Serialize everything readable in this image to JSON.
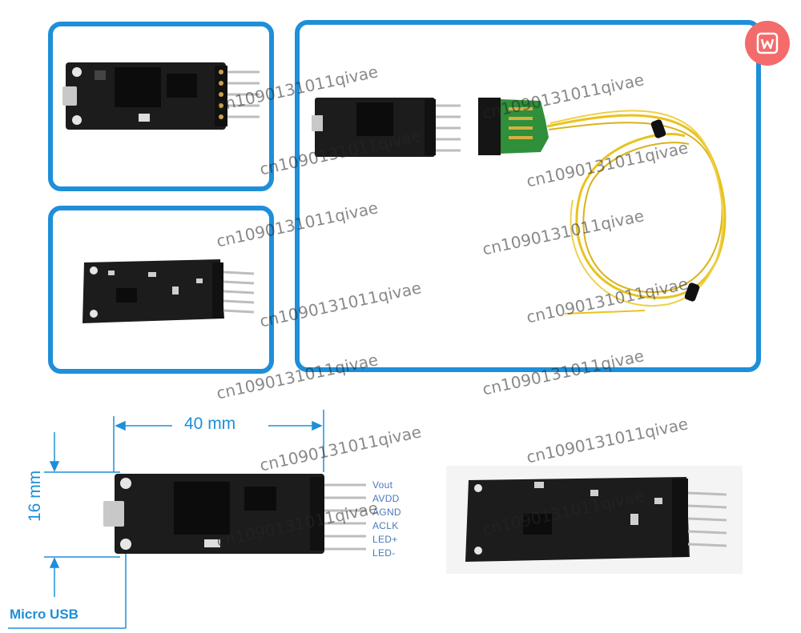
{
  "dimensions": {
    "width_label": "40 mm",
    "height_label": "16 mm",
    "usb_label": "Micro USB"
  },
  "pin_labels": [
    "Vout",
    "AVDD",
    "AGND",
    "ACLK",
    "LED+",
    "LED-"
  ],
  "watermark": "cn1090131011qivae",
  "colors": {
    "frame": "#1e8fd8",
    "pcb": "#1a1a1a",
    "wire": "#e8c320",
    "badge": "#f36b6b"
  },
  "badge_icon": "w-logo-icon"
}
